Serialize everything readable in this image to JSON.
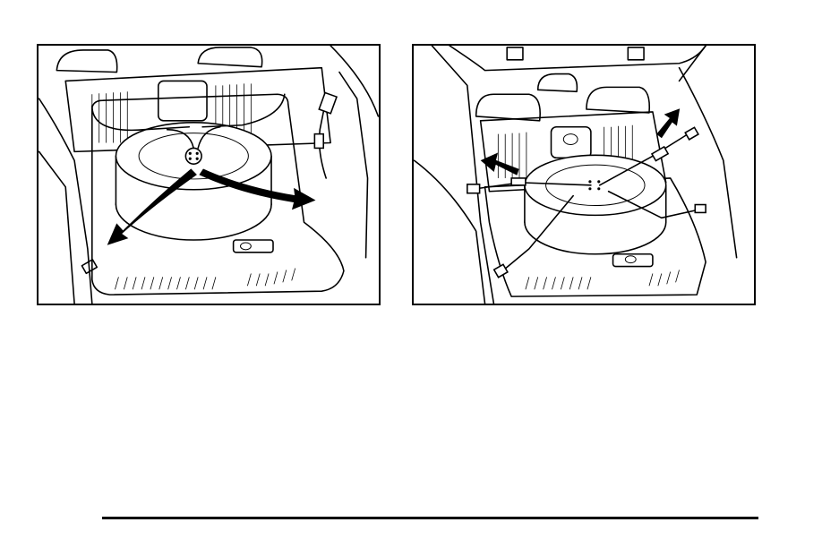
{
  "figures": [
    {
      "id": "left",
      "icon": "spare-tire-compartment-straps-removed"
    },
    {
      "id": "right",
      "icon": "spare-tire-compartment-straps-stowed"
    }
  ],
  "colors": {
    "line": "#000000",
    "background": "#ffffff"
  }
}
